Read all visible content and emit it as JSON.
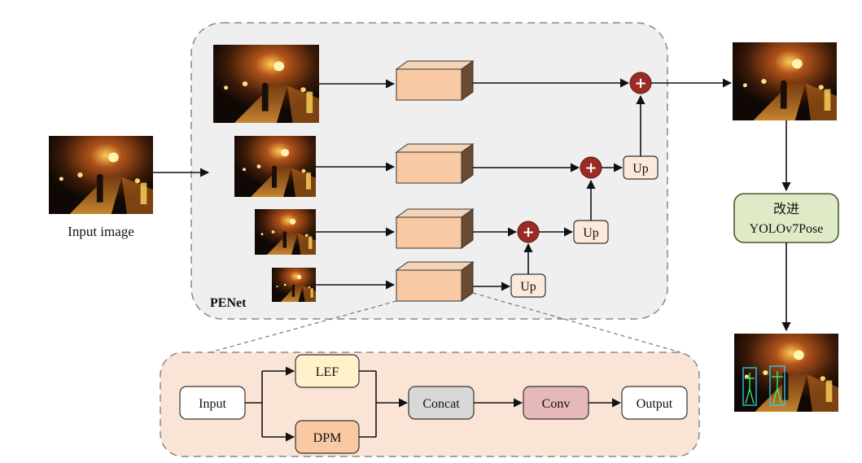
{
  "input_label": "Input image",
  "penet_label": "PENet",
  "up_label": "Up",
  "plus_symbol": "+",
  "yolo_box": {
    "line1": "改进",
    "line2": "YOLOv7Pose"
  },
  "detail": {
    "input": "Input",
    "lef": "LEF",
    "dpm": "DPM",
    "concat": "Concat",
    "conv": "Conv",
    "output": "Output"
  },
  "colors": {
    "penet_bg": "#efefef",
    "detail_bg": "#f9e4d6",
    "block_face": "#f8c9a2",
    "block_top": "#f3d4b7",
    "block_side": "#6b4a32",
    "plus_fill": "#9b2c25",
    "up_fill": "#fbe9dc",
    "yolo_fill": "#dfebc7",
    "yolo_stroke": "#4a5a2a",
    "lef_fill": "#fff1c9",
    "dpm_fill": "#f8c9a2",
    "concat_fill": "#d8d8d8",
    "conv_fill": "#e6b8b7"
  }
}
